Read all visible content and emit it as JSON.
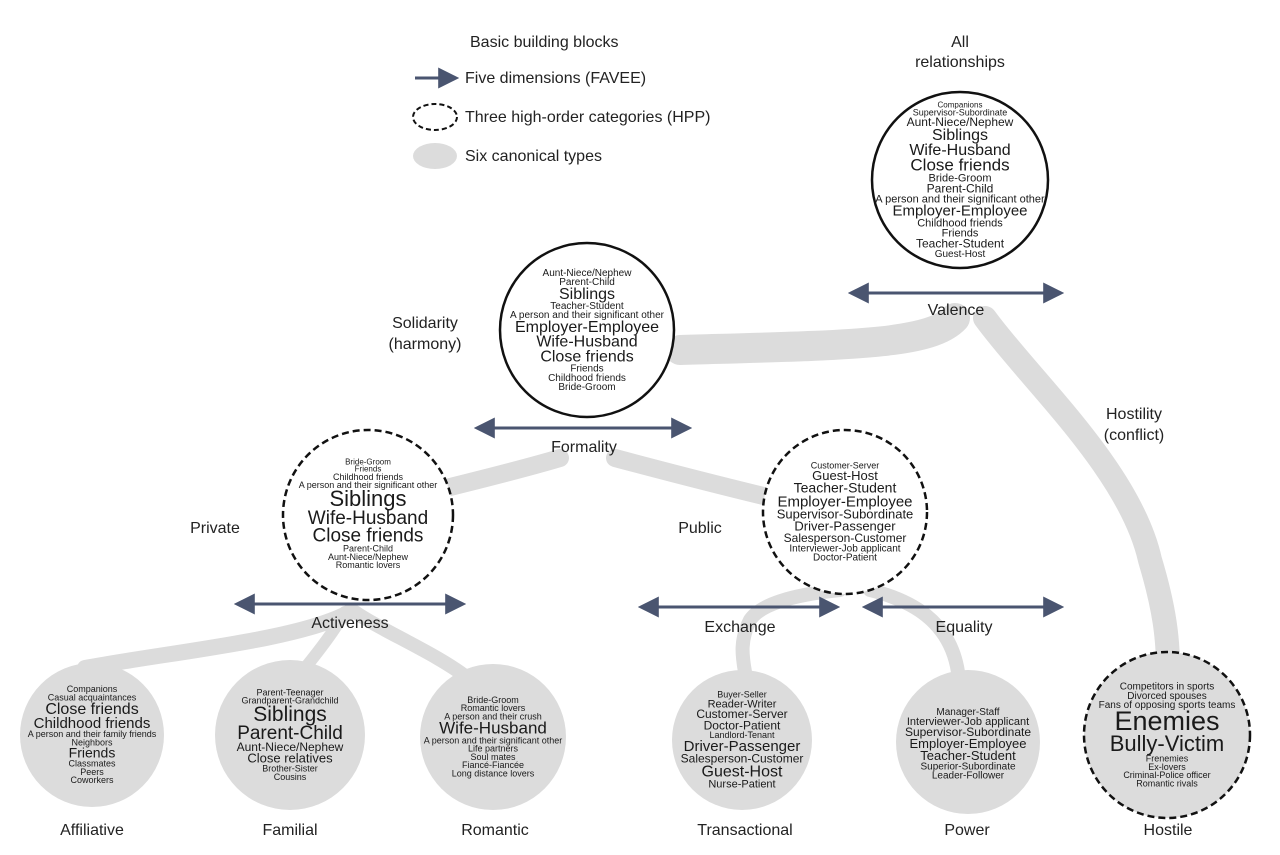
{
  "legend": {
    "title": "Basic building blocks",
    "dimensions_label": "Five dimensions (FAVEE)",
    "categories_label": "Three high-order categories (HPP)",
    "types_label": "Six canonical types"
  },
  "colors": {
    "arrow": "#4a5570",
    "flow": "#dcdcdc",
    "canonical_fill": "#dcdcdc",
    "outline": "#111111"
  },
  "labels": {
    "all_relationships": "All\nrelationships",
    "valence": "Valence",
    "formality": "Formality",
    "activeness": "Activeness",
    "exchange": "Exchange",
    "equality": "Equality",
    "solidarity": "Solidarity\n(harmony)",
    "hostility": "Hostility\n(conflict)",
    "private": "Private",
    "public": "Public",
    "affiliative": "Affiliative",
    "familial": "Familial",
    "romantic": "Romantic",
    "transactional": "Transactional",
    "power": "Power",
    "hostile": "Hostile"
  },
  "clouds": {
    "all": [
      [
        "Companions",
        8
      ],
      [
        "Supervisor-Subordinate",
        9
      ],
      [
        "Aunt-Niece/Nephew",
        12
      ],
      [
        "Siblings",
        16
      ],
      [
        "Wife-Husband",
        16
      ],
      [
        "Close friends",
        17
      ],
      [
        "Bride-Groom",
        11
      ],
      [
        "Parent-Child",
        12
      ],
      [
        "A person and their significant other",
        11
      ],
      [
        "Employer-Employee",
        15
      ],
      [
        "Childhood friends",
        11
      ],
      [
        "Friends",
        11
      ],
      [
        "Teacher-Student",
        12
      ],
      [
        "Guest-Host",
        10
      ]
    ],
    "solidarity": [
      [
        "Aunt-Niece/Nephew",
        10
      ],
      [
        "Parent-Child",
        10
      ],
      [
        "Siblings",
        16
      ],
      [
        "Teacher-Student",
        10
      ],
      [
        "A person and their significant other",
        10
      ],
      [
        "Employer-Employee",
        16
      ],
      [
        "Wife-Husband",
        16
      ],
      [
        "Close friends",
        16
      ],
      [
        "Friends",
        10
      ],
      [
        "Childhood friends",
        10
      ],
      [
        "Bride-Groom",
        10
      ]
    ],
    "private": [
      [
        "Bride-Groom",
        8
      ],
      [
        "Friends",
        8
      ],
      [
        "Childhood friends",
        9
      ],
      [
        "A person and their significant other",
        9
      ],
      [
        "Siblings",
        22
      ],
      [
        "Wife-Husband",
        19
      ],
      [
        "Close friends",
        19
      ],
      [
        "Parent-Child",
        9
      ],
      [
        "Aunt-Niece/Nephew",
        9
      ],
      [
        "Romantic lovers",
        9
      ]
    ],
    "public": [
      [
        "Customer-Server",
        9
      ],
      [
        "Guest-Host",
        13
      ],
      [
        "Teacher-Student",
        14
      ],
      [
        "Employer-Employee",
        15
      ],
      [
        "Supervisor-Subordinate",
        13
      ],
      [
        "Driver-Passenger",
        13
      ],
      [
        "Salesperson-Customer",
        12
      ],
      [
        "Interviewer-Job applicant",
        10
      ],
      [
        "Doctor-Patient",
        10
      ]
    ],
    "affiliative": [
      [
        "Companions",
        9
      ],
      [
        "Casual acquaintances",
        9
      ],
      [
        "Close friends",
        16
      ],
      [
        "Childhood friends",
        15
      ],
      [
        "A person and their family friends",
        9
      ],
      [
        "Neighbors",
        9
      ],
      [
        "Friends",
        14
      ],
      [
        "Classmates",
        9
      ],
      [
        "Peers",
        9
      ],
      [
        "Coworkers",
        9
      ]
    ],
    "familial": [
      [
        "Parent-Teenager",
        9
      ],
      [
        "Grandparent-Grandchild",
        9
      ],
      [
        "Siblings",
        21
      ],
      [
        "Parent-Child",
        19
      ],
      [
        "Aunt-Niece/Nephew",
        12
      ],
      [
        "Close relatives",
        13
      ],
      [
        "Brother-Sister",
        9
      ],
      [
        "Cousins",
        9
      ]
    ],
    "romantic": [
      [
        "Bride-Groom",
        9
      ],
      [
        "Romantic lovers",
        9
      ],
      [
        "A person and their crush",
        9
      ],
      [
        "Wife-Husband",
        17
      ],
      [
        "A person and their significant other",
        9
      ],
      [
        "Life partners",
        9
      ],
      [
        "Soul mates",
        9
      ],
      [
        "Fiancé-Fiancée",
        9
      ],
      [
        "Long distance lovers",
        9
      ]
    ],
    "transactional": [
      [
        "Buyer-Seller",
        9
      ],
      [
        "Reader-Writer",
        11
      ],
      [
        "Customer-Server",
        12
      ],
      [
        "Doctor-Patient",
        12
      ],
      [
        "Landlord-Tenant",
        9
      ],
      [
        "Driver-Passenger",
        15
      ],
      [
        "Salesperson-Customer",
        12
      ],
      [
        "Guest-Host",
        16
      ],
      [
        "Nurse-Patient",
        11
      ]
    ],
    "power": [
      [
        "Manager-Staff",
        10
      ],
      [
        "Interviewer-Job applicant",
        11
      ],
      [
        "Supervisor-Subordinate",
        12
      ],
      [
        "Employer-Employee",
        13
      ],
      [
        "Teacher-Student",
        13
      ],
      [
        "Superior-Subordinate",
        10
      ],
      [
        "Leader-Follower",
        10
      ]
    ],
    "hostile": [
      [
        "Competitors in sports",
        10
      ],
      [
        "Divorced spouses",
        10
      ],
      [
        "Fans of opposing sports teams",
        10
      ],
      [
        "Enemies",
        27
      ],
      [
        "Bully-Victim",
        22
      ],
      [
        "Frenemies",
        9
      ],
      [
        "Ex-lovers",
        9
      ],
      [
        "Criminal-Police officer",
        9
      ],
      [
        "Romantic rivals",
        9
      ]
    ]
  }
}
